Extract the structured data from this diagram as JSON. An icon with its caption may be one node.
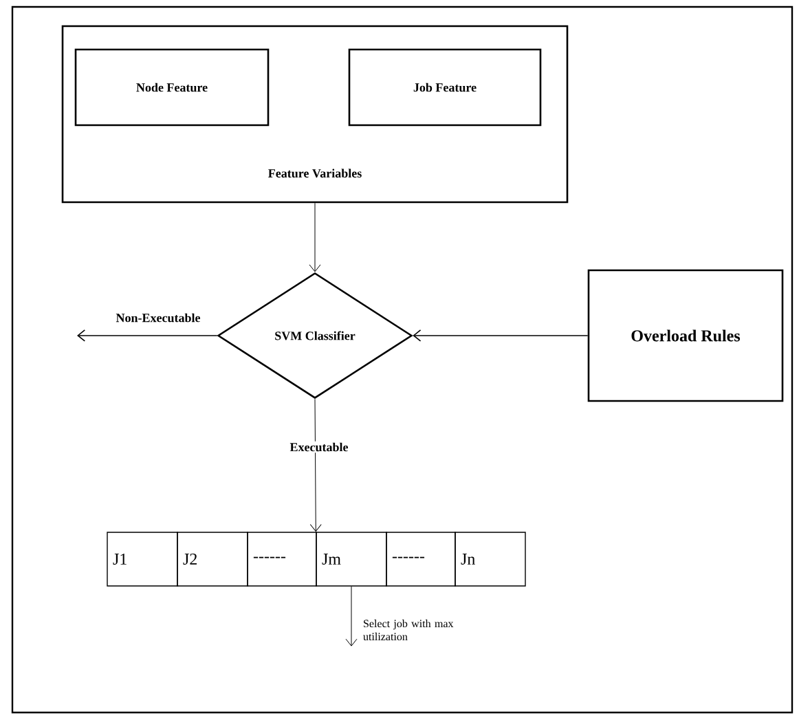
{
  "diagram": {
    "nodes": [
      {
        "text": [
          "Feature Variables"
        ]
      },
      {
        "text": [
          "Node Feature"
        ],
        "in": 0
      },
      {
        "text": [
          "Job Feature"
        ],
        "in": 0
      },
      {
        "text": [
          "SVM Classifier"
        ]
      },
      {
        "text": [
          "Overload Rules"
        ]
      },
      {
        "text": [
          "J1"
        ]
      },
      {
        "text": [
          "J2"
        ]
      },
      {
        "text": [
          "------"
        ]
      },
      {
        "text": [
          "Jm"
        ]
      },
      {
        "text": [
          "------"
        ]
      },
      {
        "text": [
          "Jn"
        ]
      }
    ],
    "edges": [
      {
        "from": 0,
        "to": 3,
        "arrow": "to"
      },
      {
        "from": 4,
        "to": 3,
        "arrow": "to"
      },
      {
        "from": 3,
        "to": null,
        "arrow": "to",
        "label": "Non-Executable"
      },
      {
        "from": 3,
        "to": 8,
        "arrow": "to",
        "label": "Executable"
      },
      {
        "from": 8,
        "to": null,
        "arrow": "to",
        "label": "Select job with max utilization"
      }
    ]
  }
}
